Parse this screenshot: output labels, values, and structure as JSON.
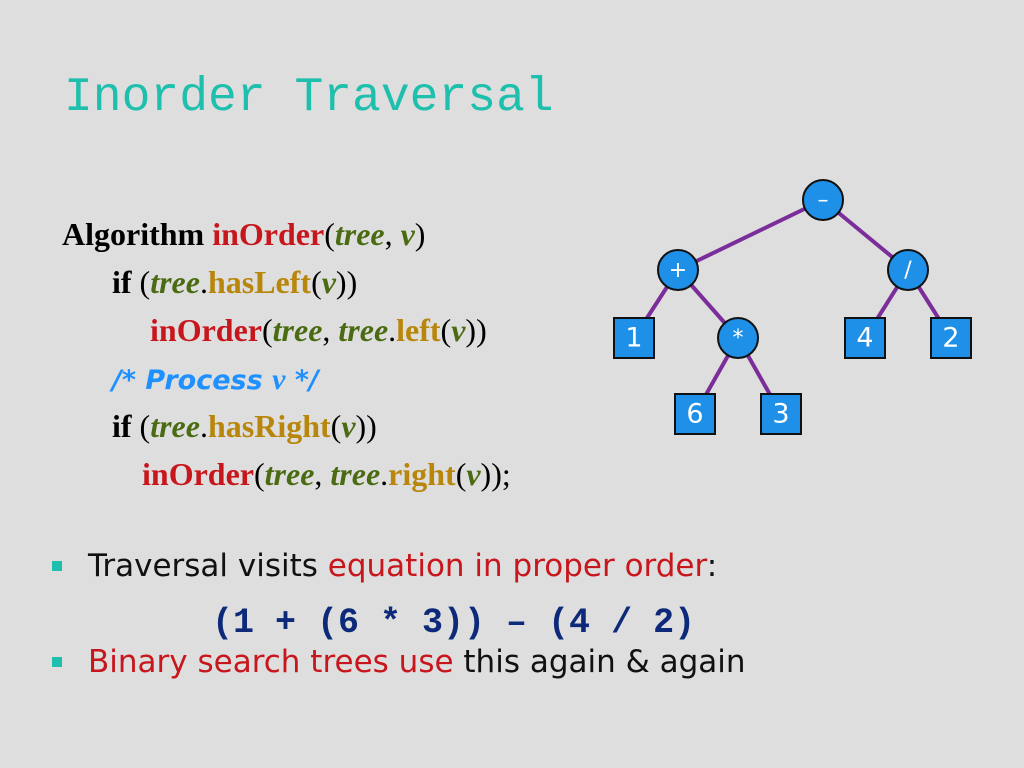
{
  "title": "Inorder Traversal",
  "algorithm": {
    "keyword": "Algorithm",
    "fn": "inOrder",
    "tree": "tree",
    "v": "v",
    "if": "if",
    "hasLeft": "hasLeft",
    "left": "left",
    "hasRight": "hasRight",
    "right": "right",
    "comment_pre": "/* Process",
    "comment_post": "*/"
  },
  "tree": {
    "node_color": "#1e90e8",
    "edge_color": "#7b2d9a",
    "nodes": [
      {
        "id": "minus",
        "label": "–",
        "shape": "circle"
      },
      {
        "id": "plus",
        "label": "+",
        "shape": "circle"
      },
      {
        "id": "div",
        "label": "/",
        "shape": "circle"
      },
      {
        "id": "one",
        "label": "1",
        "shape": "square"
      },
      {
        "id": "times",
        "label": "*",
        "shape": "circle"
      },
      {
        "id": "four",
        "label": "4",
        "shape": "square"
      },
      {
        "id": "two",
        "label": "2",
        "shape": "square"
      },
      {
        "id": "six",
        "label": "6",
        "shape": "square"
      },
      {
        "id": "three",
        "label": "3",
        "shape": "square"
      }
    ],
    "edges": [
      [
        "minus",
        "plus"
      ],
      [
        "minus",
        "div"
      ],
      [
        "plus",
        "one"
      ],
      [
        "plus",
        "times"
      ],
      [
        "div",
        "four"
      ],
      [
        "div",
        "two"
      ],
      [
        "times",
        "six"
      ],
      [
        "times",
        "three"
      ]
    ]
  },
  "bullets": [
    {
      "highlight_pre": "",
      "text_pre": "Traversal visits ",
      "highlight": "equation in proper order",
      "text_post": ":"
    },
    {
      "highlight": "Binary search trees use",
      "text_post": " this again & again"
    }
  ],
  "equation": "(1 + (6 * 3)) – (4 / 2)"
}
